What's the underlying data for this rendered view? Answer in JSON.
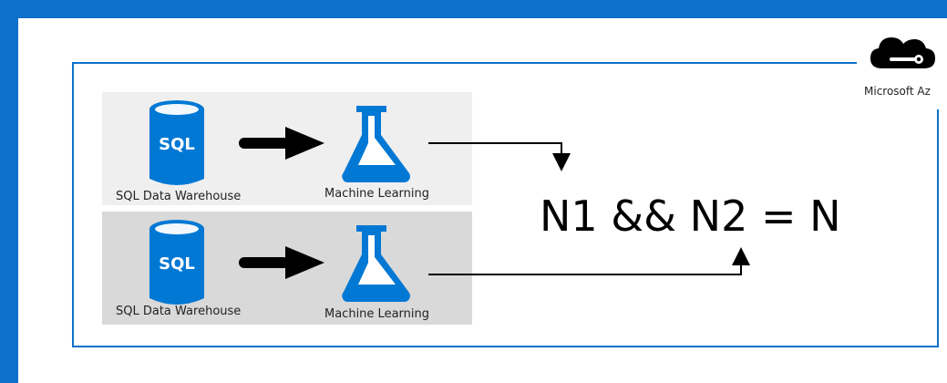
{
  "brand": {
    "label": "Microsoft Az",
    "icon": "azure-cloud-icon"
  },
  "rows": [
    {
      "source_label": "SQL Data Warehouse",
      "source_icon": "sql-database-icon",
      "source_text": "SQL",
      "target_label": "Machine Learning",
      "target_icon": "machine-learning-flask-icon"
    },
    {
      "source_label": "SQL Data Warehouse",
      "source_icon": "sql-database-icon",
      "source_text": "SQL",
      "target_label": "Machine Learning",
      "target_icon": "machine-learning-flask-icon"
    }
  ],
  "equation": "N1 && N2 = N",
  "colors": {
    "frame": "#0E71C9",
    "panel_top": "#EFEFEF",
    "panel_bottom": "#D9D9D9",
    "icon_blue": "#0078D4",
    "arrow_black": "#000000"
  }
}
